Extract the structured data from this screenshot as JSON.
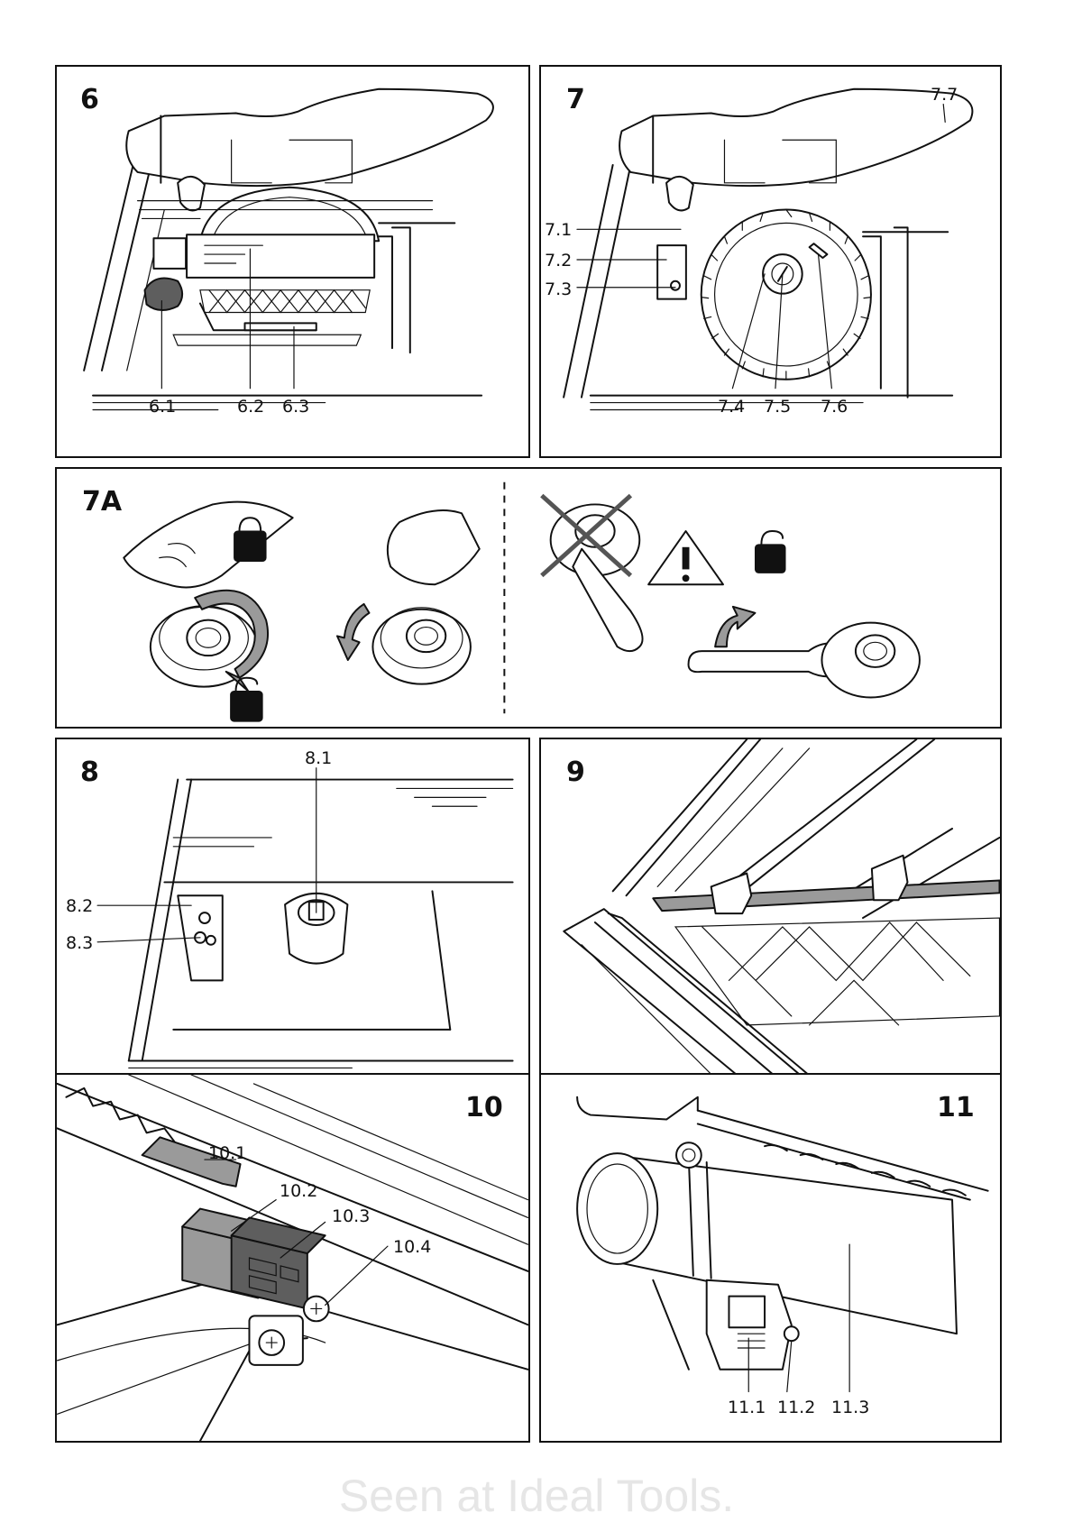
{
  "panels": {
    "p6": {
      "number": "6",
      "labels": {
        "a": "6.1",
        "b": "6.2",
        "c": "6.3"
      }
    },
    "p7": {
      "number": "7",
      "labels": {
        "top": "7.7",
        "l1": "7.1",
        "l2": "7.2",
        "l3": "7.3",
        "b1": "7.4",
        "b2": "7.5",
        "b3": "7.6"
      }
    },
    "p7a": {
      "number": "7A"
    },
    "p8": {
      "number": "8",
      "labels": {
        "top": "8.1",
        "l1": "8.2",
        "l2": "8.3"
      }
    },
    "p9": {
      "number": "9"
    },
    "p10": {
      "number": "10",
      "labels": {
        "a": "10.1",
        "b": "10.2",
        "c": "10.3",
        "d": "10.4"
      }
    },
    "p11": {
      "number": "11",
      "labels": {
        "a": "11.1",
        "b": "11.2",
        "c": "11.3"
      }
    }
  },
  "watermark": "Seen at Ideal Tools.",
  "colors": {
    "line": "#111111",
    "grey": "#9a9a9a",
    "dark_grey": "#5e5e5e",
    "watermark": "#e6e6e6"
  }
}
